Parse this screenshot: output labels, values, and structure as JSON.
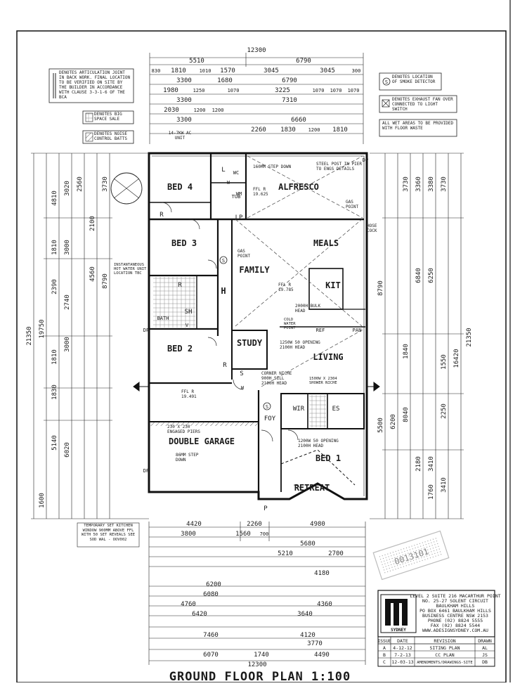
{
  "plan": {
    "title": "GROUND FLOOR PLAN 1:100",
    "overall_width": "12300",
    "overall_depth": "21350"
  },
  "top_dims": {
    "row1": [
      "5510",
      "6790"
    ],
    "row2": [
      "830",
      "1810",
      "1010",
      "1570",
      "3045",
      "3045",
      "300"
    ],
    "row3": [
      "3300",
      "1680",
      "6790"
    ],
    "row4": [
      "1980",
      "1250",
      "1070",
      "3225",
      "1070",
      "1070",
      "1070"
    ],
    "row5": [
      "3300",
      "7310"
    ],
    "row6": [
      "2030",
      "1200",
      "1200"
    ],
    "row7": [
      "3300",
      "6660"
    ],
    "row8": [
      "2260",
      "1830",
      "1200",
      "1810"
    ]
  },
  "bottom_dims": {
    "row1": [
      "4420",
      "2260",
      "4980"
    ],
    "row2": [
      "3800",
      "1560",
      "700",
      "5680"
    ],
    "row3": [
      "5210",
      "2700"
    ],
    "row4": [
      "4180"
    ],
    "row5": [
      "6200"
    ],
    "row6": [
      "6080"
    ],
    "row7": [
      "4760",
      "4360"
    ],
    "row8": [
      "6420",
      "3640"
    ],
    "row9": [
      "7460",
      "4120"
    ],
    "row10": [
      "3770"
    ],
    "row11": [
      "6070",
      "1740",
      "4490"
    ],
    "row12": [
      "12300"
    ]
  },
  "left_dims": [
    "4810",
    "3020",
    "2560",
    "3730",
    "2100",
    "1810",
    "3000",
    "2390",
    "4560",
    "2740",
    "8790",
    "3000",
    "1810",
    "19750",
    "1830",
    "5140",
    "6020",
    "1600"
  ],
  "right_dims": [
    "3730",
    "3360",
    "3380",
    "3730",
    "6840",
    "6250",
    "8790",
    "1840",
    "21350",
    "1550",
    "16420",
    "2250",
    "5500",
    "6200",
    "8040",
    "2180",
    "3410",
    "1760",
    "3410"
  ],
  "rooms": {
    "bed4": "BED 4",
    "alfresco": "ALFRESCO",
    "bed3": "BED 3",
    "meals": "MEALS",
    "family": "FAMILY",
    "kit": "KIT",
    "bath": "BATH",
    "bed2": "BED 2",
    "study": "STUDY",
    "living": "LIVING",
    "double_garage": "DOUBLE GARAGE",
    "wir": "WIR",
    "es": "ES",
    "foy": "FOY",
    "bed1": "BED 1",
    "retreat": "RETREAT",
    "wc": "WC",
    "wc_l": "L",
    "wc_w": "W",
    "wc_lp": "LP",
    "wc_h": "H",
    "wc_r1": "R",
    "wc_r2": "R",
    "wc_r3": "R",
    "wc_sh": "SH",
    "wc_v": "V",
    "wc_s": "S",
    "wc_p": "P",
    "wc_w2": "W"
  },
  "legend": {
    "articulation": "DENOTES ARTICULATION JOINT IN BACK WORK. FINAL LOCATION TO BE VERIFIED ON SITE BY THE BUILDER IN ACCORDANCE WITH CLAUSE 3-3-1-6 OF THE BCA",
    "big_space": "DENOTES BIG SPACE SALE",
    "noise": "DENOTES NOISE CONTROL BATTS",
    "smoke": "DENOTES LOCATION OF SMOKE DETECTOR",
    "smoke_symbol": "S",
    "exhaust": "DENOTES EXHAUST FAN OVER CONNECTED TO LIGHT SWITCH",
    "wet_areas": "ALL WET AREAS TO BE PROVIDED WITH FLOOR WASTE",
    "ac_unit": "14-7KW AC UNIT",
    "kitchen_window": "TEMPORARY SET KITCHEN WINDOW 900MM ABOVE FFL WITH 50 SET REVEALS SEE SOD WAL - OOV002"
  },
  "notes": {
    "step_alfresco": "160MM STEP DOWN",
    "steel_post": "STEEL POST IN PIER TO ENGS DETAILS",
    "ffl_alfresco": "FFL R 19.625",
    "ffl_main": "FFL R 19.785",
    "ffl_garage": "FFL R 19.491",
    "gas_point": "GAS POINT",
    "hose_cock": "HOSE COCK",
    "gas_point2": "GAS POINT",
    "hw_unit": "INSTANTANEOUS HOT WATER UNIT LOCATION TBC",
    "bulkhead": "2000H BULK HEAD",
    "cold_water": "COLD WATER POINT",
    "opening_living": "1250W 50 OPENING 2100H HEAD",
    "corner_niche": "CORNER NICHE 900H SILL 2100H HEAD",
    "shower_niche": "1500W X 2304 SHOWER NICHE",
    "engaged_piers": "230 X 230 ENGAGED PIERS",
    "step_garage": "86MM STEP DOWN",
    "opening_bed1": "1200W 50 OPENING 2100H HEAD",
    "pantry": "PAN",
    "ref": "REF",
    "dp": "DP",
    "wm": "WM",
    "tub": "TUB"
  },
  "company": {
    "address1": "LEVEL 2 SUITE 216 MACARTHUR POINT",
    "address2": "NO. 25-27 SOLENT CIRCUIT",
    "address3": "BAULKHAM HILLS",
    "address4": "PO BOX 6461 BAULKHAM HILLS",
    "address5": "BUSINESS CENTRE NSW 2153",
    "phone": "PHONE (02) 8824 5555",
    "fax": "FAX (02) 8824 5544",
    "web": "WWW.ADESIGNSYDNEY.COM.AU",
    "logo_text": "SYDNEY"
  },
  "revisions": {
    "headers": [
      "ISSUE",
      "DATE",
      "REVISION",
      "DRAWN"
    ],
    "rows": [
      [
        "A",
        "4-12-12",
        "SITING PLAN",
        "AL"
      ],
      [
        "B",
        "7-2-13",
        "CC PLAN",
        "JS"
      ],
      [
        "C",
        "12-03-13",
        "AMENDMENTS/DRAWINGS-SITE",
        "DB"
      ]
    ]
  },
  "stamp": "0013101"
}
